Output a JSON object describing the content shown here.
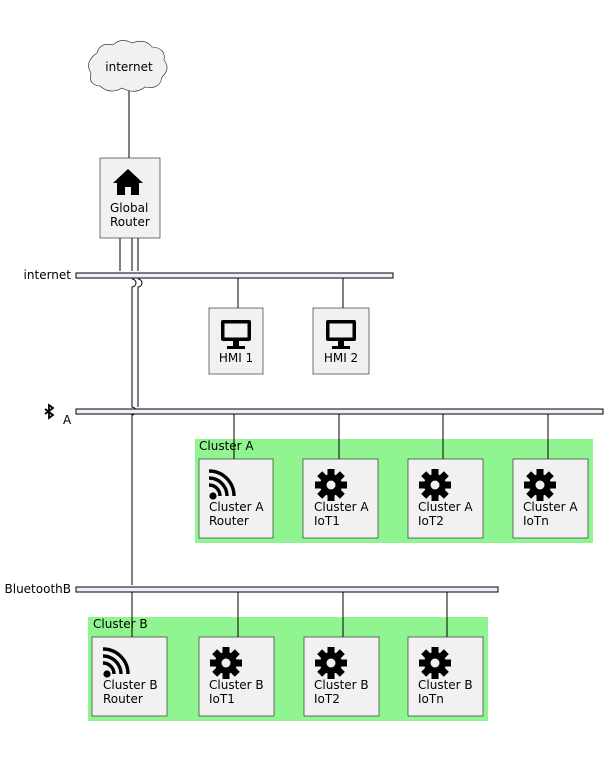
{
  "colors": {
    "cluster_fill": "#90f590",
    "node_fill": "#f1f1f1",
    "bus_fill": "#eeeef8"
  },
  "cloud": {
    "label": "internet"
  },
  "global_router": {
    "label_line1": "Global",
    "label_line2": "Router",
    "icon": "home-icon"
  },
  "networks": {
    "internet": {
      "label": "internet"
    },
    "bluetooth_a": {
      "label": "A",
      "icon": "bluetooth-icon"
    },
    "bluetooth_b": {
      "label": "BluetoothB"
    }
  },
  "hmis": [
    {
      "label": "HMI 1",
      "icon": "monitor-icon"
    },
    {
      "label": "HMI 2",
      "icon": "monitor-icon"
    }
  ],
  "cluster_a": {
    "title": "Cluster A",
    "nodes": [
      {
        "line1": "Cluster A",
        "line2": "Router",
        "icon": "rss-icon"
      },
      {
        "line1": "Cluster A",
        "line2": "IoT1",
        "icon": "gear-icon"
      },
      {
        "line1": "Cluster A",
        "line2": "IoT2",
        "icon": "gear-icon"
      },
      {
        "line1": "Cluster A",
        "line2": "IoTn",
        "icon": "gear-icon"
      }
    ]
  },
  "cluster_b": {
    "title": "Cluster B",
    "nodes": [
      {
        "line1": "Cluster B",
        "line2": "Router",
        "icon": "rss-icon"
      },
      {
        "line1": "Cluster B",
        "line2": "IoT1",
        "icon": "gear-icon"
      },
      {
        "line1": "Cluster B",
        "line2": "IoT2",
        "icon": "gear-icon"
      },
      {
        "line1": "Cluster B",
        "line2": "IoTn",
        "icon": "gear-icon"
      }
    ]
  }
}
